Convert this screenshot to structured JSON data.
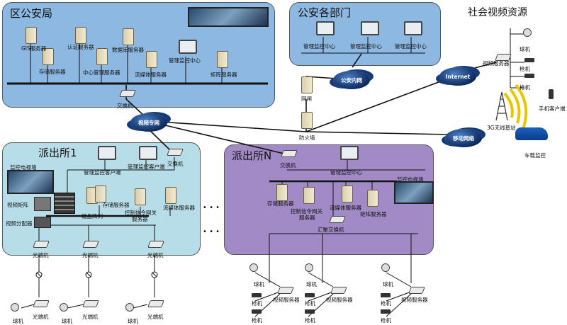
{
  "titles": {
    "district": "区公安局",
    "departments": "公安各部门",
    "social": "社会视频资源",
    "station1": "派出所1",
    "stationN": "派出所N"
  },
  "clouds": {
    "video_net": "视频专网",
    "police_net": "公安内网",
    "internet": "Internet",
    "mobile": "移动网络"
  },
  "district": {
    "gis": "GIS服务器",
    "auth": "认证服务器",
    "db": "数据库服务器",
    "storage": "存储服务器",
    "center_mgmt": "中心管理服务器",
    "stream": "流媒体服务器",
    "mgmt_center": "管理监控中心",
    "matrix": "矩阵服务器",
    "switch": "交换机"
  },
  "departments": {
    "c1": "管理监控中心",
    "c2": "管理监控中心",
    "c3": "管理监控中心"
  },
  "gateway": {
    "gate": "网闸",
    "firewall": "防火墙"
  },
  "social": {
    "dome": "球机",
    "gun1": "枪机",
    "gun2": "枪机",
    "video_server": "视频服务器",
    "phone": "手机客户端",
    "base": "3G无线基站",
    "car": "车载监控"
  },
  "station1": {
    "client1": "管理监控客户端",
    "client2": "管理监控客户端",
    "switch": "交换机",
    "tv_wall": "监控电视墙",
    "matrix": "视频矩阵",
    "disk": "磁盘阵列",
    "distributor": "视频分配器",
    "storage": "存储服务器",
    "ctrl": "控制信令网关",
    "ctrl2": "服务器",
    "stream": "流媒体服务器",
    "optical": "光端机",
    "dome": "球机"
  },
  "stationN": {
    "switch": "交换机",
    "mgmt": "管理监控中心",
    "tv_wall": "监控电视墙",
    "storage": "存储服务器",
    "ctrl": "控制信令网关",
    "ctrl2": "服务器",
    "stream": "流媒体服务器",
    "matrix": "矩阵服务器",
    "agg": "汇聚交换机",
    "dome": "球机",
    "gun": "枪机",
    "video_server": "视频服务器"
  },
  "dots": "• • •"
}
